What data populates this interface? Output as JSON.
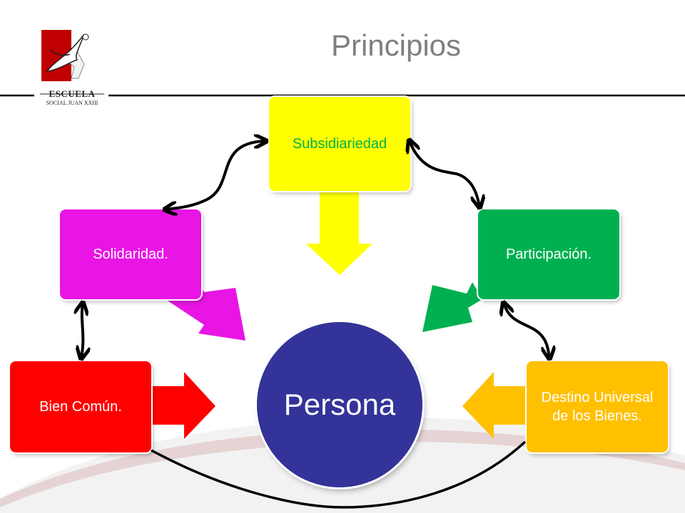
{
  "slide": {
    "title": "Principios",
    "logo": {
      "line1": "ESCUELA",
      "line2": "SOCIAL JUAN XXIII"
    }
  },
  "diagram": {
    "center": {
      "label": "Persona",
      "color": "#333399"
    },
    "nodes": [
      {
        "id": "subsidiariedad",
        "label": "Subsidiariedad",
        "color": "#ffff00",
        "text_color": "#00b050"
      },
      {
        "id": "solidaridad",
        "label": "Solidaridad.",
        "color": "#e815e5",
        "text_color": "#ffffff"
      },
      {
        "id": "participacion",
        "label": "Participación.",
        "color": "#00b050",
        "text_color": "#ffffff"
      },
      {
        "id": "bien_comun",
        "label": "Bien Común.",
        "color": "#ff0000",
        "text_color": "#ffffff"
      },
      {
        "id": "destino",
        "label": "Destino Universal de los Bienes.",
        "color": "#ffc000",
        "text_color": "#ffffff"
      }
    ]
  }
}
